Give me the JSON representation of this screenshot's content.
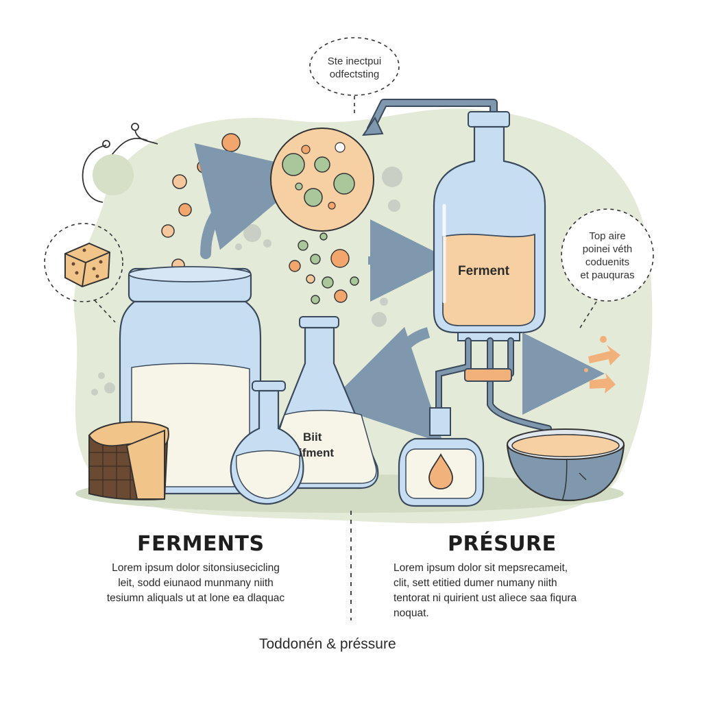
{
  "callouts": {
    "top_line1": "Ste inectpui",
    "top_line2": "odfectsting",
    "right_line1": "Top aire",
    "right_line2": "poinei véth",
    "right_line3": "coduenits",
    "right_line4": "et pauquras"
  },
  "vessels": {
    "tank_label": "Ferment",
    "flask_label_line1": "Biit",
    "flask_label_line2": "ifment"
  },
  "sections": {
    "left": {
      "title": "FERMENTS",
      "lines": [
        "Lorem ipsum dolor sitonsiusecicling",
        "leit, sodd eiunaod munmany niith",
        "tesiumn aliquals ut at lone ea dlaquac"
      ]
    },
    "right": {
      "title": "PRÉSURE",
      "lines": [
        "Lorem ipsum dolor sit mepsrecameit,",
        "clit, sett etitied dumer numany niith",
        "tentorat ni quirient ust alìece saa fiqura",
        "noquat."
      ]
    }
  },
  "footer": "Toddonén &  préssure",
  "colors": {
    "background_blob": "#e3ead7",
    "glass": "#c7def2",
    "glass_outline": "#3a4a5c",
    "milk": "#f7f4e8",
    "ferment_liquid": "#f6cfa3",
    "orange_dot": "#f2a56c",
    "green_dot": "#a9c79b",
    "arrow": "#7f98ad",
    "cheese": "#f1c489",
    "cheese_rind": "#6b4a33"
  }
}
